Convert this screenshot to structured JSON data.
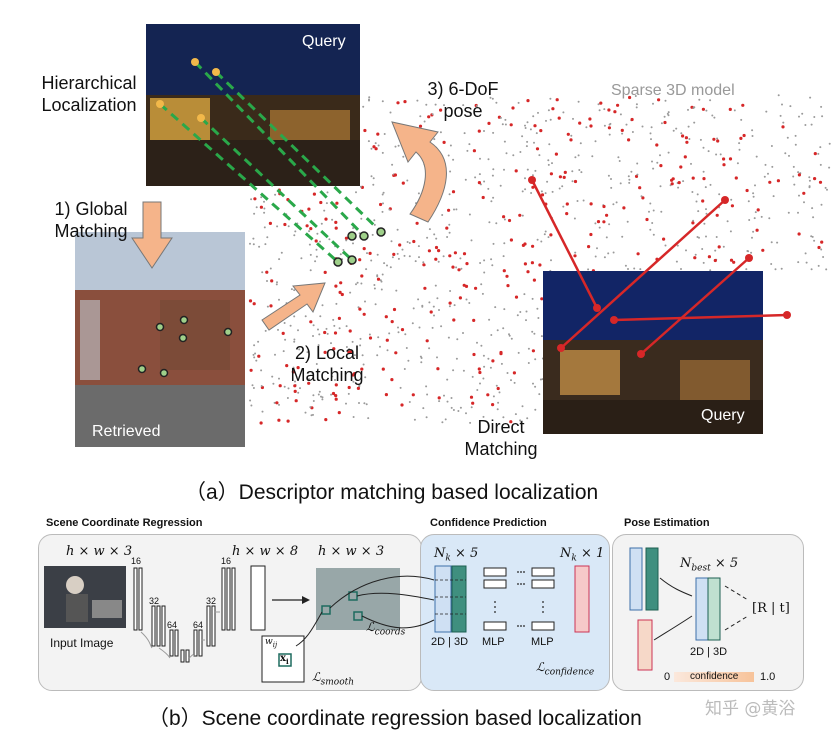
{
  "top": {
    "hierarchical": [
      "Hierarchical",
      "Localization"
    ],
    "query_top": "Query",
    "query_right": "Query",
    "retrieved": "Retrieved",
    "global_matching": [
      "1) Global",
      "Matching"
    ],
    "local_matching": [
      "2) Local",
      "Matching"
    ],
    "pose": [
      "3) 6-DoF",
      "pose"
    ],
    "sparse_model": "Sparse 3D model",
    "direct_matching": [
      "Direct",
      "Matching"
    ],
    "caption_a": "（a）Descriptor matching based localization"
  },
  "bottom": {
    "scr_title": "Scene Coordinate Regression",
    "conf_title": "Confidence Prediction",
    "pose_title": "Pose Estimation",
    "input_image": "Input Image",
    "hw3_a": "h × w × 3",
    "hw8": "h × w × 8",
    "hw3_b": "h × w × 3",
    "n16a": "16",
    "n32a": "32",
    "n64a": "64",
    "n64b": "64",
    "n32b": "32",
    "n16b": "16",
    "wij": "w",
    "xi": "x",
    "l_smooth": "smooth",
    "l_coords": "coords",
    "nk5": "N",
    "nk1": "N",
    "mult5": "× 5",
    "mult1": "× 1",
    "twod3d_a": "2D | 3D",
    "mlp_a": "MLP",
    "mlp_b": "MLP",
    "l_conf": "confidence",
    "nbest": "N",
    "nbest_sub": "best",
    "nbest_mult": "× 5",
    "twod3d_b": "2D | 3D",
    "rt": "[R | t]",
    "conf_zero": "0",
    "conf_label": "confidence",
    "conf_one": "1.0",
    "caption_b": "（b）Scene coordinate regression based localization",
    "watermark": "知乎 @黄浴"
  },
  "colors": {
    "arrow_orange": "#f5b48a",
    "match_green": "#2aa84a",
    "match_red": "#d62728",
    "panel_blue": "#d9e8f7"
  }
}
